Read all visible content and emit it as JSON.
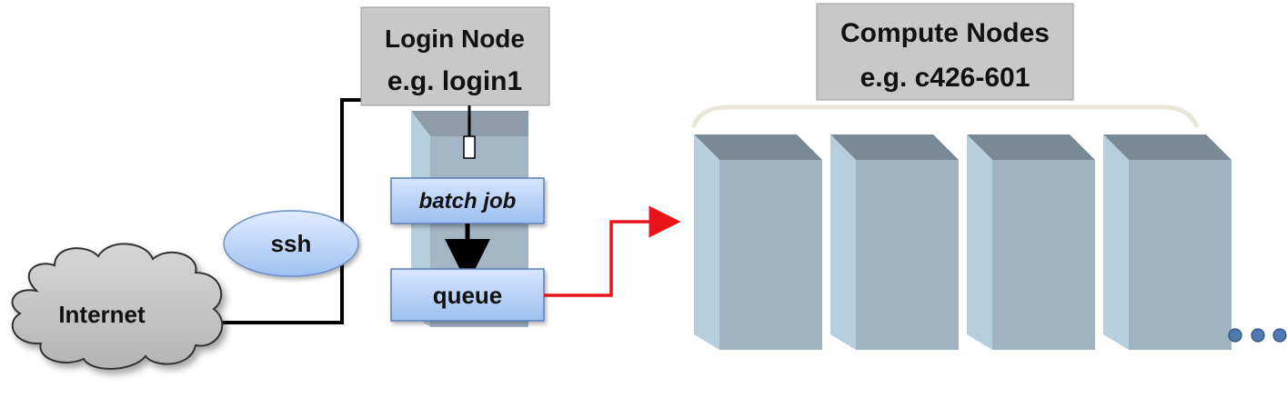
{
  "login_node": {
    "title": "Login Node",
    "example": "e.g. login1"
  },
  "compute_nodes": {
    "title": "Compute Nodes",
    "example": "e.g. c426-601",
    "count_shown": 4,
    "more_indicator": "•••"
  },
  "internet_label": "Internet",
  "ssh_label": "ssh",
  "batch_job_label": "batch job",
  "queue_label": "queue",
  "colors": {
    "label_box": "#c8c8c8",
    "server_front": "#9fb3c1",
    "server_side": "#b6cfdf",
    "server_top": "#7a8a95",
    "job_box": "#a8c6f0",
    "red_arrow": "#e8141a",
    "dots": "#4f7bb0"
  }
}
